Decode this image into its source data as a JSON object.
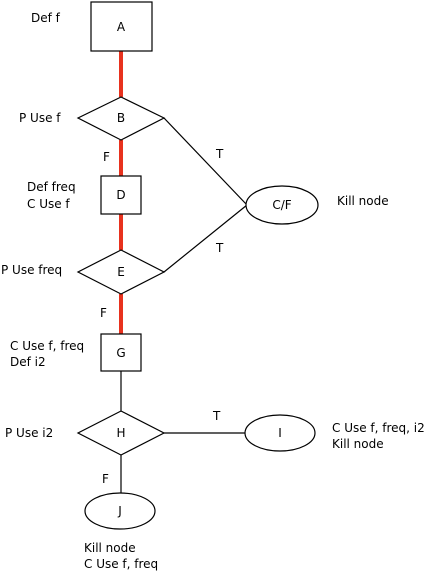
{
  "nodes": {
    "A": {
      "label": "A"
    },
    "B": {
      "label": "B"
    },
    "C": {
      "label": "C/F"
    },
    "D": {
      "label": "D"
    },
    "E": {
      "label": "E"
    },
    "G": {
      "label": "G"
    },
    "H": {
      "label": "H"
    },
    "I": {
      "label": "I"
    },
    "J": {
      "label": "J"
    }
  },
  "annotations": {
    "A": [
      "Def f"
    ],
    "B": [
      "P Use f"
    ],
    "C": [
      "Kill node"
    ],
    "D": [
      "Def freq",
      "C Use f"
    ],
    "E": [
      "P Use freq"
    ],
    "G": [
      "C Use f, freq",
      "Def i2"
    ],
    "H": [
      "P Use i2"
    ],
    "I": [
      "C Use f, freq, i2",
      "Kill node"
    ],
    "J": [
      "Kill node",
      "C Use f, freq"
    ]
  },
  "edge_labels": {
    "BD": "F",
    "BC": "T",
    "EC": "T",
    "EG": "F",
    "HI": "T",
    "HJ": "F"
  },
  "colors": {
    "highlight": "#e8321e",
    "line": "#000000",
    "background": "#ffffff"
  }
}
